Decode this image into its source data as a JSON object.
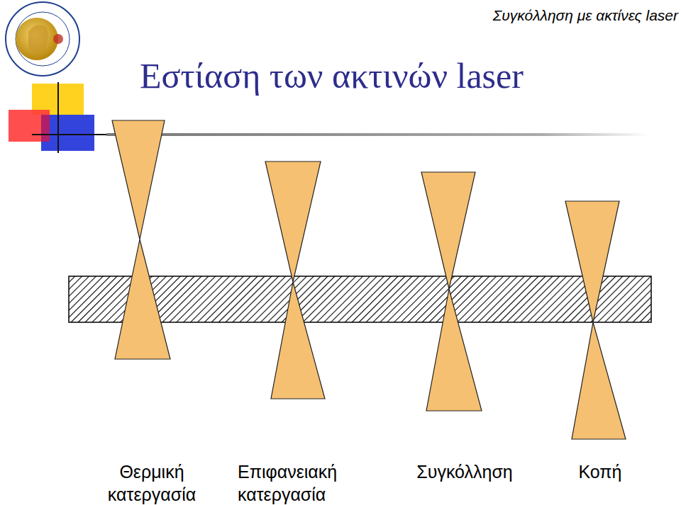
{
  "diagram": {
    "title": "Εστίαση των ακτινών laser",
    "labels": [
      "Συγκόλληση με ακτίνες laser",
      "Θερμική κατεργασία",
      "Επιφανειακή κατεργασία",
      "Συγκόλληση",
      "Κοπή"
    ]
  }
}
